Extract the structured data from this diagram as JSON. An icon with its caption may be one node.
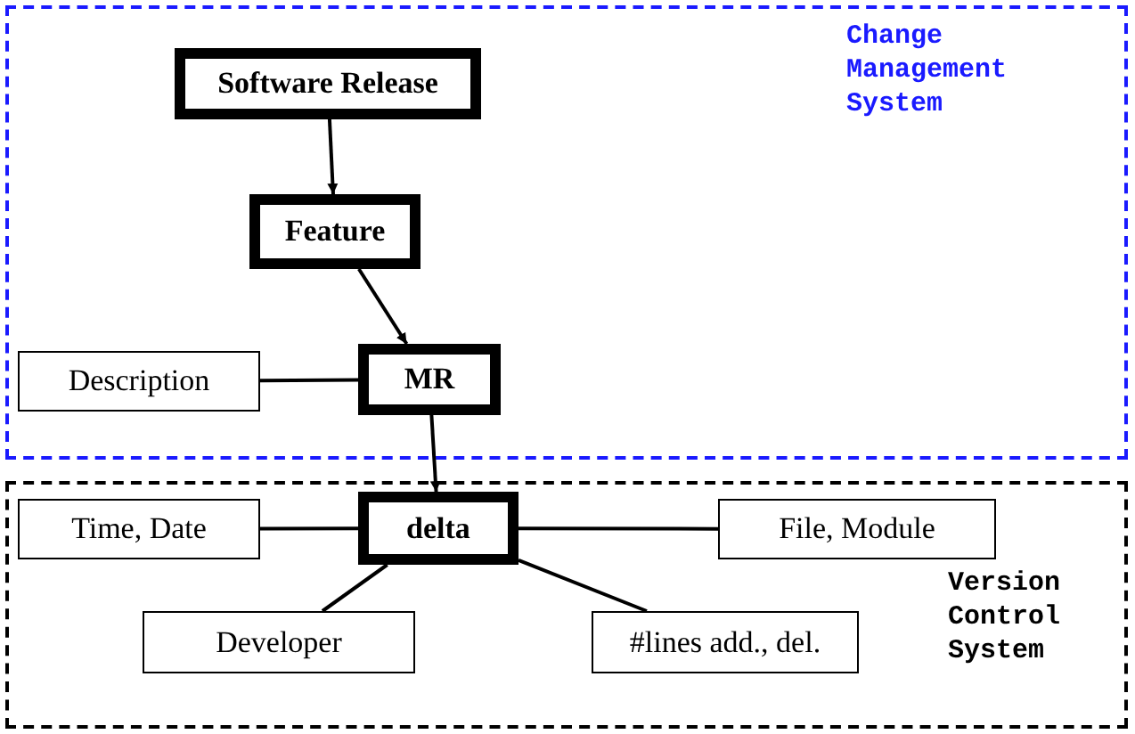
{
  "diagram": {
    "nodes": [
      {
        "text": [
          "Change Management System"
        ]
      },
      {
        "text": [
          "Software Release"
        ],
        "in": 0
      },
      {
        "text": [
          "Feature"
        ],
        "in": 0
      },
      {
        "text": [
          "MR"
        ],
        "in": 0
      },
      {
        "text": [
          "Description"
        ],
        "in": 0
      },
      {
        "text": [
          "Version Control System"
        ]
      },
      {
        "text": [
          "delta"
        ],
        "in": 5
      },
      {
        "text": [
          "Time, Date"
        ],
        "in": 5
      },
      {
        "text": [
          "File, Module"
        ],
        "in": 5
      },
      {
        "text": [
          "Developer"
        ],
        "in": 5
      },
      {
        "text": [
          "#lines add., del."
        ],
        "in": 5
      }
    ],
    "edges": [
      {
        "from": 1,
        "to": 2,
        "arrow": "to"
      },
      {
        "from": 2,
        "to": 3,
        "arrow": "to"
      },
      {
        "from": 3,
        "to": 6,
        "arrow": "to"
      },
      {
        "from": 4,
        "to": 3,
        "arrow": "none"
      },
      {
        "from": 7,
        "to": 6,
        "arrow": "none"
      },
      {
        "from": 6,
        "to": 8,
        "arrow": "none"
      },
      {
        "from": 6,
        "to": 9,
        "arrow": "none"
      },
      {
        "from": 6,
        "to": 10,
        "arrow": "none"
      }
    ]
  }
}
